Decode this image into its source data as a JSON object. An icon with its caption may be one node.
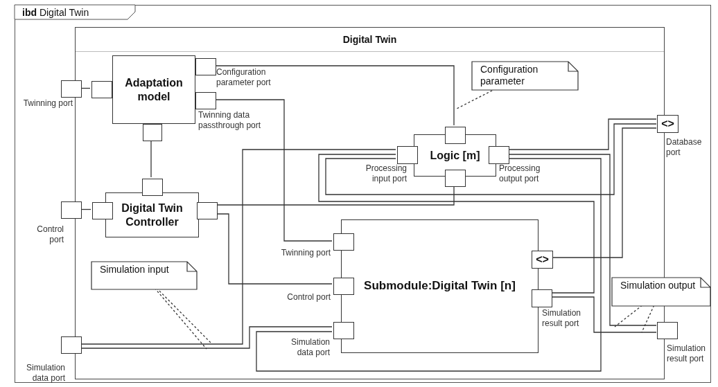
{
  "diagram": {
    "nodes": [
      {
        "text": [
          "**ibd** Digital Twin"
        ]
      },
      {
        "text": [
          "Digital Twin"
        ],
        "in": 0
      },
      {
        "text": [
          "Adaptation model"
        ],
        "in": 1
      },
      {
        "text": [
          "Logic [m]"
        ],
        "in": 1
      },
      {
        "text": [
          "Digital Twin Controller"
        ],
        "in": 1
      },
      {
        "text": [
          "Submodule:Digital Twin [n]"
        ],
        "in": 1
      },
      {
        "text": [
          "Configuration parameter"
        ],
        "in": 1
      },
      {
        "text": [
          "Simulation input"
        ],
        "in": 1
      },
      {
        "text": [
          "Simulation output"
        ],
        "in": 0
      },
      {
        "text": [],
        "shape": "box",
        "in": 0,
        "beside": [
          "Twinning port"
        ]
      },
      {
        "text": [],
        "shape": "box",
        "in": 0,
        "beside": [
          "Control port"
        ]
      },
      {
        "text": [],
        "shape": "box",
        "in": 0,
        "beside": [
          "Simulation data port"
        ]
      },
      {
        "text": [
          "<>"
        ],
        "in": 0,
        "beside": [
          "Database port"
        ]
      },
      {
        "text": [],
        "shape": "box",
        "in": 0,
        "beside": [
          "Simulation result port"
        ]
      },
      {
        "text": [],
        "shape": "box",
        "in": 1
      },
      {
        "text": [],
        "shape": "box",
        "in": 1,
        "beside": [
          "Configuration parameter port"
        ]
      },
      {
        "text": [],
        "shape": "box",
        "in": 1,
        "beside": [
          "Twinning data passthrough port"
        ]
      },
      {
        "text": [],
        "shape": "box",
        "in": 1
      },
      {
        "text": [],
        "shape": "box",
        "in": 1
      },
      {
        "text": [],
        "shape": "box",
        "in": 1
      },
      {
        "text": [],
        "shape": "box",
        "in": 1
      },
      {
        "text": [],
        "shape": "box",
        "in": 1
      },
      {
        "text": [],
        "shape": "box",
        "in": 1,
        "beside": [
          "Processing input port"
        ]
      },
      {
        "text": [],
        "shape": "box",
        "in": 1,
        "beside": [
          "Processing output port"
        ]
      },
      {
        "text": [],
        "shape": "box",
        "in": 1
      },
      {
        "text": [],
        "shape": "box",
        "in": 1,
        "beside": [
          "Twinning port"
        ]
      },
      {
        "text": [],
        "shape": "box",
        "in": 1,
        "beside": [
          "Control port"
        ]
      },
      {
        "text": [],
        "shape": "box",
        "in": 1,
        "beside": [
          "Simulation data port"
        ]
      },
      {
        "text": [
          "<>"
        ],
        "in": 1
      },
      {
        "text": [],
        "shape": "box",
        "in": 1,
        "beside": [
          "Simulation result port"
        ]
      }
    ],
    "edges": [
      {
        "from": 9,
        "to": 14,
        "arrow": "none"
      },
      {
        "from": 10,
        "to": 19,
        "arrow": "none"
      },
      {
        "from": 17,
        "to": 18,
        "arrow": "none"
      },
      {
        "from": 15,
        "to": 21,
        "arrow": "none"
      },
      {
        "from": 16,
        "to": 25,
        "arrow": "none"
      },
      {
        "from": 20,
        "to": 24,
        "arrow": "none"
      },
      {
        "from": 20,
        "to": 26,
        "arrow": "none"
      },
      {
        "from": 11,
        "to": 22,
        "arrow": "none"
      },
      {
        "from": 11,
        "to": 27,
        "arrow": "none"
      },
      {
        "from": 22,
        "to": 12,
        "arrow": "none"
      },
      {
        "from": 23,
        "to": 12,
        "arrow": "none"
      },
      {
        "from": 12,
        "to": 28,
        "arrow": "none"
      },
      {
        "from": 29,
        "to": 22,
        "arrow": "none"
      },
      {
        "from": 23,
        "to": 13,
        "arrow": "none"
      },
      {
        "from": 23,
        "to": 27,
        "arrow": "none"
      },
      {
        "from": 29,
        "to": 13,
        "arrow": "none"
      },
      {
        "from": 6,
        "to": null,
        "arrow": "none",
        "style": "dashed"
      },
      {
        "from": 7,
        "to": null,
        "arrow": "none",
        "style": "dashed"
      },
      {
        "from": 7,
        "to": null,
        "arrow": "none",
        "style": "dashed"
      },
      {
        "from": 8,
        "to": null,
        "arrow": "none",
        "style": "dashed"
      },
      {
        "from": 8,
        "to": null,
        "arrow": "none",
        "style": "dashed"
      }
    ]
  }
}
